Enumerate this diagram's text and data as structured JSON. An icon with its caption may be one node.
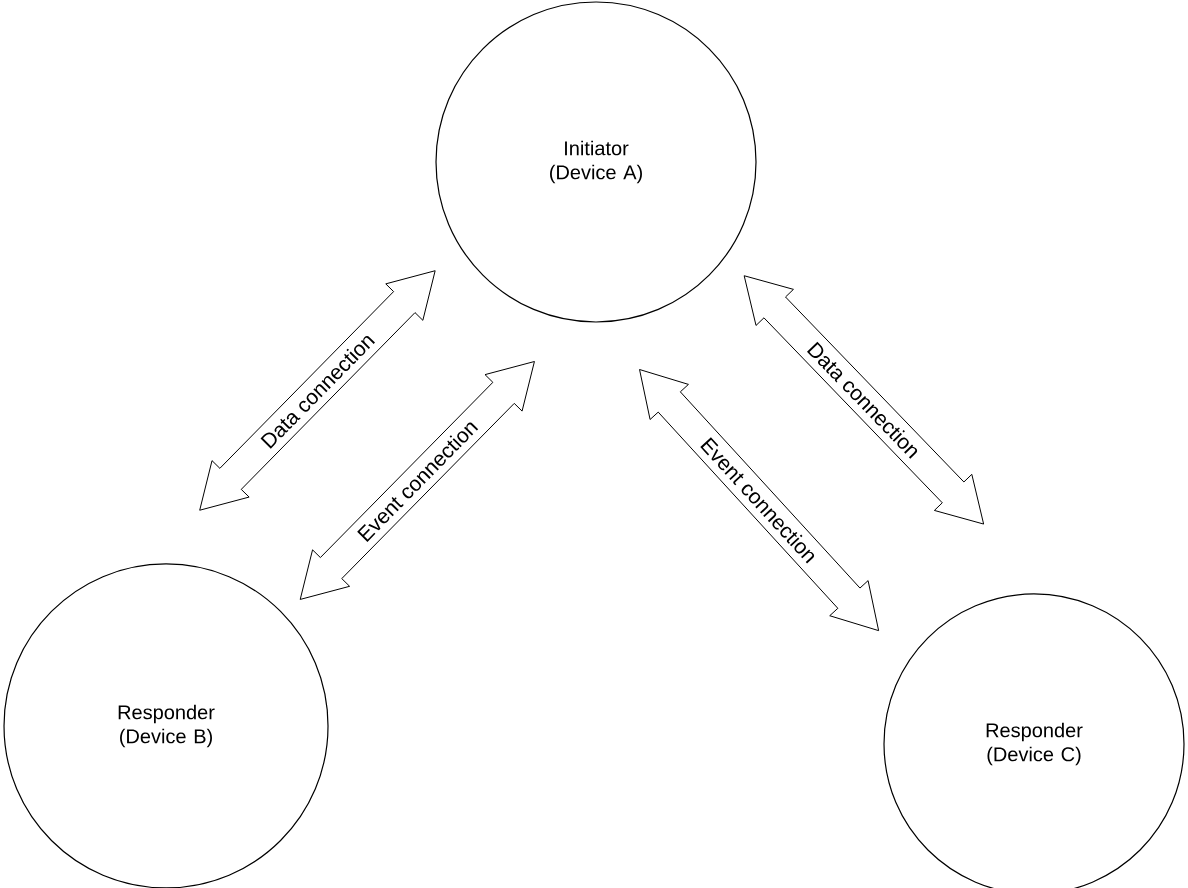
{
  "diagram": {
    "nodes": [
      {
        "text": [
          "Initiator (Device A)"
        ]
      },
      {
        "text": [
          "Responder (Device B)"
        ]
      },
      {
        "text": [
          "Responder (Device C)"
        ]
      }
    ],
    "edges": [
      {
        "from": 1,
        "to": 0,
        "arrow": "both",
        "label": "Data connection"
      },
      {
        "from": 1,
        "to": 0,
        "arrow": "both",
        "label": "Event connection"
      },
      {
        "from": 0,
        "to": 2,
        "arrow": "both",
        "label": "Data connection"
      },
      {
        "from": 0,
        "to": 2,
        "arrow": "both",
        "label": "Event connection"
      }
    ]
  }
}
